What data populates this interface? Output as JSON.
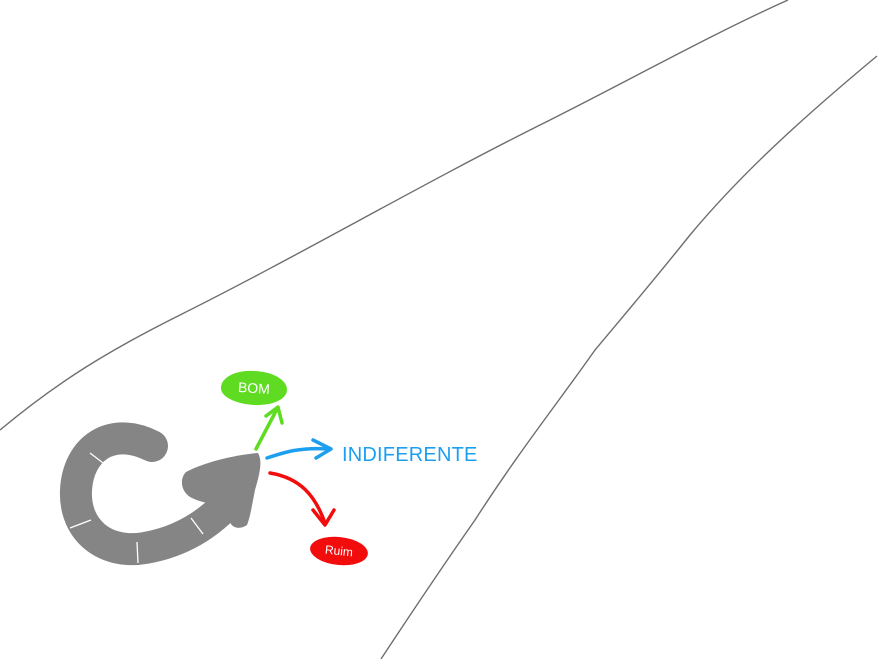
{
  "diagram": {
    "type": "decision-outcomes-sketch",
    "description": "Road perspective with a curved gray arrow branching into three outcome arrows",
    "colors": {
      "background": "#ffffff",
      "road_line": "#6e6e6e",
      "main_arrow": "#858585",
      "main_arrow_tick": "#ffffff",
      "good": "#5fdc21",
      "neutral": "#1d9ff0",
      "bad": "#f20c0c"
    },
    "outcomes": [
      {
        "id": "good",
        "label": "BOM",
        "style": "filled-bubble",
        "color": "#5fdc21"
      },
      {
        "id": "neutral",
        "label": "INDIFERENTE",
        "style": "text",
        "color": "#1d9ff0"
      },
      {
        "id": "bad",
        "label": "Ruim",
        "style": "filled-bubble",
        "color": "#f20c0c"
      }
    ],
    "icons": {
      "main": "curved-arrow-icon",
      "road": "road-lines"
    }
  }
}
